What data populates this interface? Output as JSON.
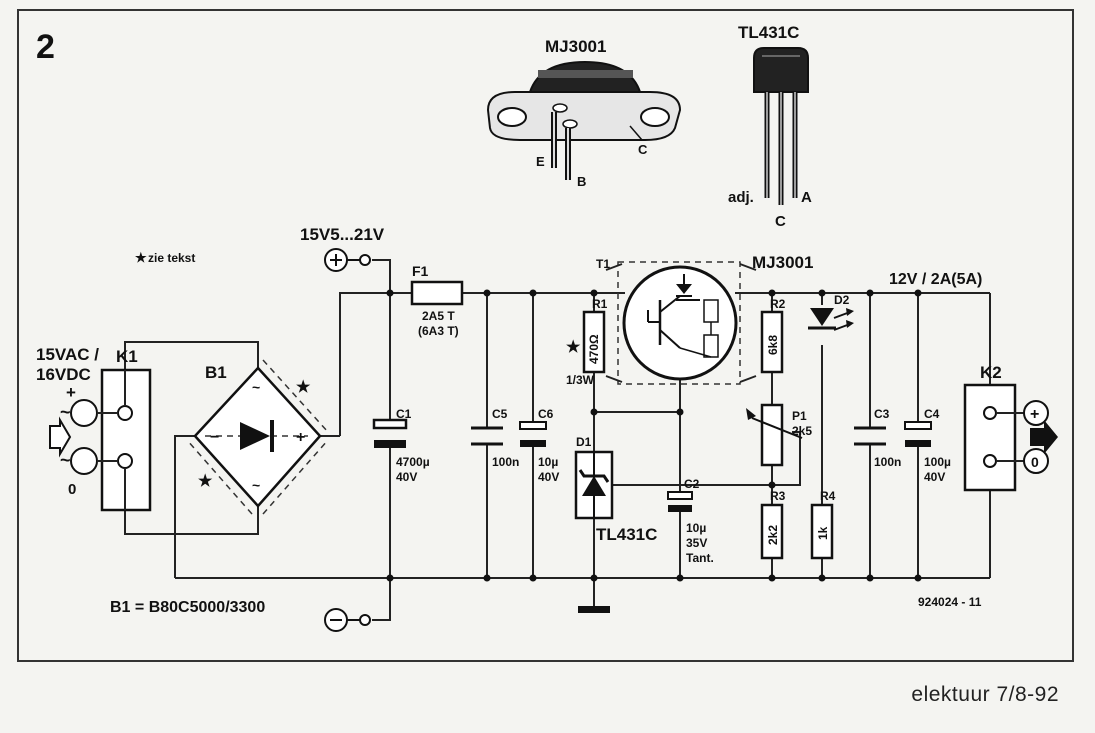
{
  "figure_number": "2",
  "labels": {
    "mj3001_pkg": "MJ3001",
    "tl431_pkg": "TL431C",
    "pin_E": "E",
    "pin_B": "B",
    "pin_C_mj": "C",
    "pin_adj": "adj.",
    "pin_C_tl": "C",
    "pin_A": "A",
    "input_range": "15V5...21V",
    "zie_tekst": "zie tekst",
    "input_ac": "15VAC /",
    "input_dc": "16VDC",
    "plus": "+",
    "zero": "0",
    "k1": "K1",
    "b1": "B1",
    "f1": "F1",
    "f1_val1": "2A5  T",
    "f1_val2": "(6A3  T)",
    "c1": "C1",
    "c1_v1": "4700µ",
    "c1_v2": "40V",
    "c5": "C5",
    "c5_v": "100n",
    "c6": "C6",
    "c6_v1": "10µ",
    "c6_v2": "40V",
    "t1": "T1",
    "mj3001_sch": "MJ3001",
    "r1": "R1",
    "r1_val": "470Ω",
    "r1_power": "1/3W",
    "r2": "R2",
    "r2_val": "6k8",
    "d2": "D2",
    "output": "12V / 2A(5A)",
    "k2": "K2",
    "d1": "D1",
    "tl431_sch": "TL431C",
    "p1": "P1",
    "p1_val": "2k5",
    "c3": "C3",
    "c3_v": "100n",
    "c4": "C4",
    "c4_v1": "100µ",
    "c4_v2": "40V",
    "c2": "C2",
    "c2_v1": "10µ",
    "c2_v2": "35V",
    "c2_v3": "Tant.",
    "r3": "R3",
    "r3_val": "2k2",
    "r4": "R4",
    "r4_val": "1k",
    "b1_type": "B1 = B80C5000/3300",
    "code": "924024 - 11",
    "out_plus": "+",
    "out_zero": "0",
    "star": "★"
  },
  "footer": "elektuur 7/8-92"
}
